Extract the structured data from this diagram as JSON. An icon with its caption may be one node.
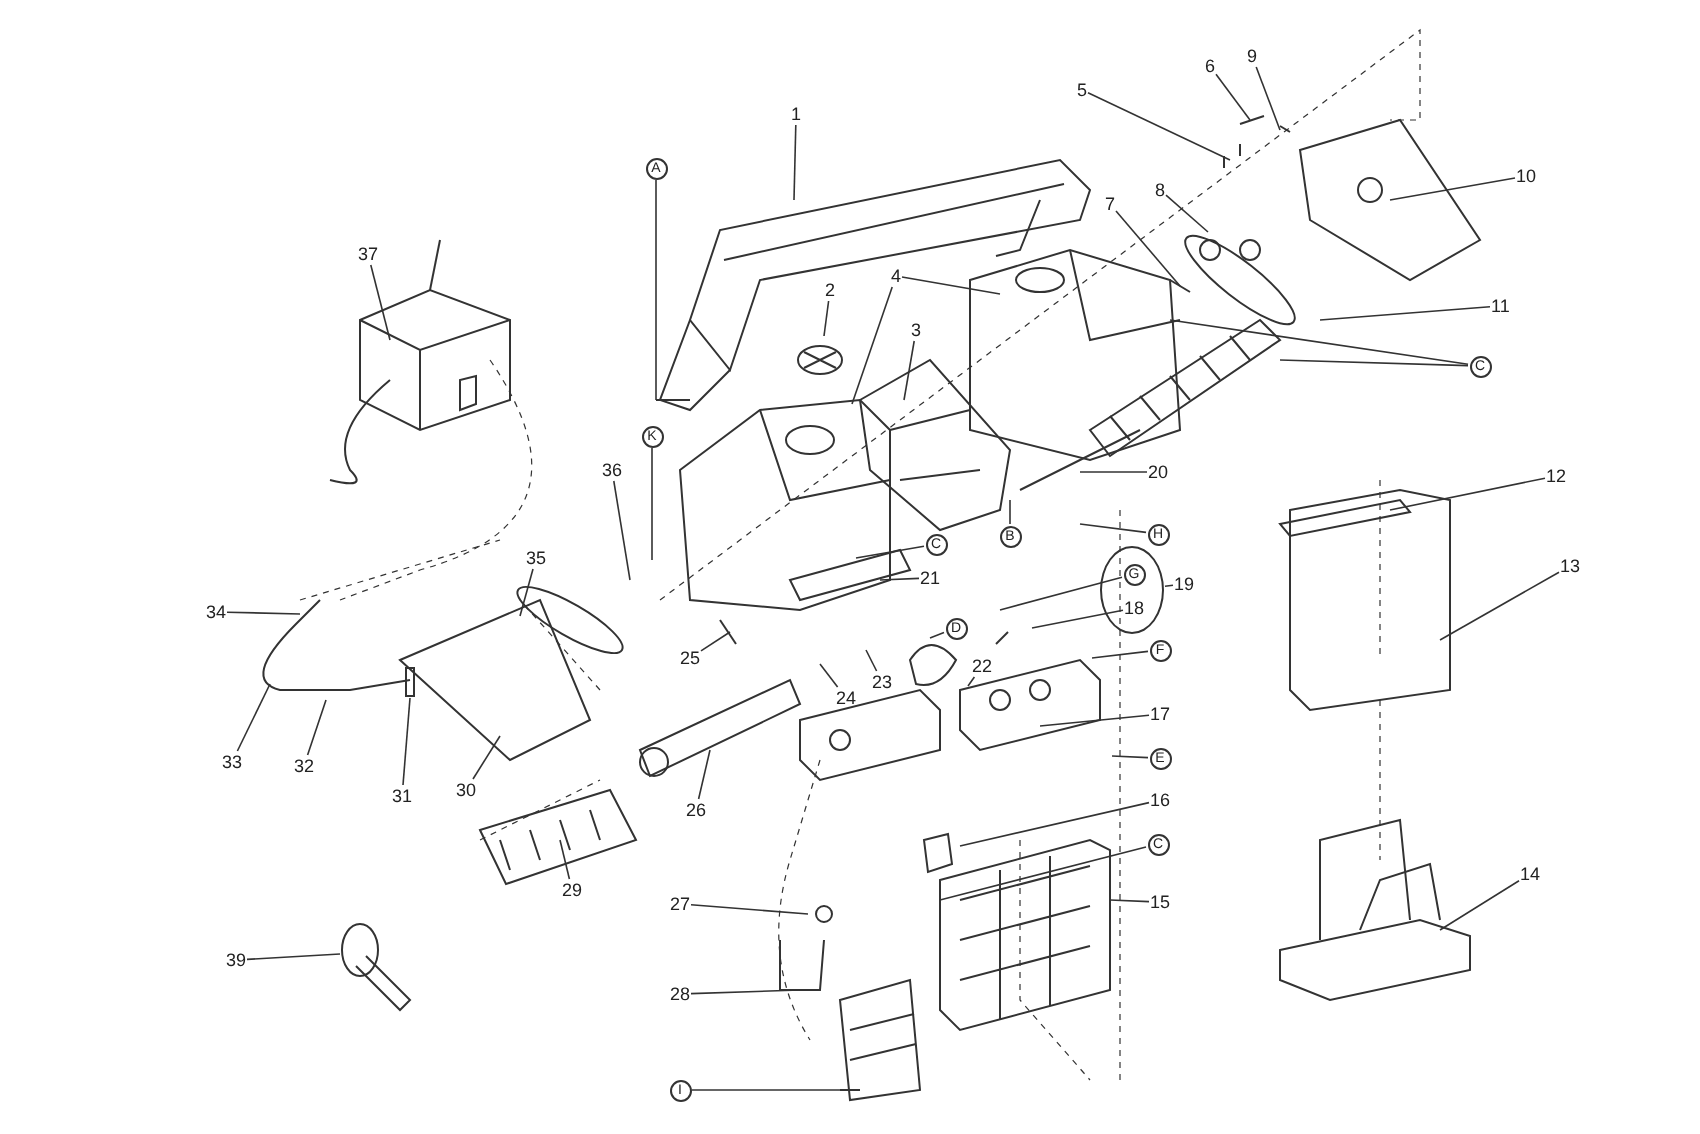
{
  "diagram": {
    "nodes": [
      {
        "text": [
          "1"
        ]
      },
      {
        "text": [
          "2"
        ]
      },
      {
        "text": [
          "3"
        ]
      },
      {
        "text": [
          "4"
        ]
      },
      {
        "text": [
          "5"
        ]
      },
      {
        "text": [
          "6"
        ]
      },
      {
        "text": [
          "7"
        ]
      },
      {
        "text": [
          "8"
        ]
      },
      {
        "text": [
          "9"
        ]
      },
      {
        "text": [
          "10"
        ]
      },
      {
        "text": [
          "11"
        ]
      },
      {
        "text": [
          "12"
        ]
      },
      {
        "text": [
          "13"
        ]
      },
      {
        "text": [
          "14"
        ]
      },
      {
        "text": [
          "15"
        ]
      },
      {
        "text": [
          "16"
        ]
      },
      {
        "text": [
          "17"
        ]
      },
      {
        "text": [],
        "shape": "ellipse"
      },
      {
        "text": [
          "18"
        ],
        "in": 17
      },
      {
        "text": [
          "19"
        ]
      },
      {
        "text": [
          "20"
        ]
      },
      {
        "text": [
          "21"
        ]
      },
      {
        "text": [
          "22"
        ]
      },
      {
        "text": [
          "23"
        ]
      },
      {
        "text": [
          "24"
        ]
      },
      {
        "text": [
          "25"
        ]
      },
      {
        "text": [
          "26"
        ]
      },
      {
        "text": [
          "27"
        ]
      },
      {
        "text": [
          "28"
        ]
      },
      {
        "text": [
          "29"
        ]
      },
      {
        "text": [
          "30"
        ]
      },
      {
        "text": [
          "31"
        ]
      },
      {
        "text": [
          "32"
        ]
      },
      {
        "text": [
          "33"
        ]
      },
      {
        "text": [
          "34"
        ]
      },
      {
        "text": [
          "35"
        ]
      },
      {
        "text": [
          "36"
        ]
      },
      {
        "text": [
          "37"
        ]
      },
      {
        "text": [
          "39"
        ]
      },
      {
        "text": [
          "A"
        ]
      },
      {
        "text": [
          "K"
        ]
      },
      {
        "text": [
          "B"
        ]
      },
      {
        "text": [
          "C"
        ]
      },
      {
        "text": [
          "C"
        ]
      },
      {
        "text": [
          "H"
        ]
      },
      {
        "text": [
          "D"
        ]
      },
      {
        "text": [
          "G"
        ],
        "in": 17
      },
      {
        "text": [
          "F"
        ]
      },
      {
        "text": [
          "E"
        ]
      },
      {
        "text": [
          "C"
        ]
      },
      {
        "text": [
          "I"
        ]
      }
    ],
    "edges": [
      {
        "from": 0,
        "to": null,
        "arrow": "none"
      },
      {
        "from": 1,
        "to": null,
        "arrow": "none"
      },
      {
        "from": 2,
        "to": null,
        "arrow": "none"
      },
      {
        "from": 3,
        "to": null,
        "arrow": "none"
      },
      {
        "from": 3,
        "to": null,
        "arrow": "none"
      },
      {
        "from": 4,
        "to": null,
        "arrow": "none"
      },
      {
        "from": 5,
        "to": null,
        "arrow": "none"
      },
      {
        "from": 6,
        "to": null,
        "arrow": "none"
      },
      {
        "from": 7,
        "to": null,
        "arrow": "none"
      },
      {
        "from": 8,
        "to": null,
        "arrow": "none"
      },
      {
        "from": 9,
        "to": null,
        "arrow": "none"
      },
      {
        "from": 10,
        "to": null,
        "arrow": "none"
      },
      {
        "from": 11,
        "to": null,
        "arrow": "none"
      },
      {
        "from": 12,
        "to": null,
        "arrow": "none"
      },
      {
        "from": 13,
        "to": null,
        "arrow": "none"
      },
      {
        "from": 14,
        "to": null,
        "arrow": "none"
      },
      {
        "from": 15,
        "to": null,
        "arrow": "none"
      },
      {
        "from": 16,
        "to": null,
        "arrow": "none"
      },
      {
        "from": 18,
        "to": null,
        "arrow": "none"
      },
      {
        "from": 19,
        "to": 17,
        "arrow": "none"
      },
      {
        "from": 20,
        "to": null,
        "arrow": "none"
      },
      {
        "from": 21,
        "to": null,
        "arrow": "none"
      },
      {
        "from": 22,
        "to": null,
        "arrow": "none"
      },
      {
        "from": 23,
        "to": null,
        "arrow": "none"
      },
      {
        "from": 24,
        "to": null,
        "arrow": "none"
      },
      {
        "from": 25,
        "to": null,
        "arrow": "none"
      },
      {
        "from": 26,
        "to": null,
        "arrow": "none"
      },
      {
        "from": 27,
        "to": null,
        "arrow": "none"
      },
      {
        "from": 28,
        "to": null,
        "arrow": "none"
      },
      {
        "from": 29,
        "to": null,
        "arrow": "none"
      },
      {
        "from": 30,
        "to": null,
        "arrow": "none"
      },
      {
        "from": 31,
        "to": null,
        "arrow": "none"
      },
      {
        "from": 32,
        "to": null,
        "arrow": "none"
      },
      {
        "from": 33,
        "to": null,
        "arrow": "none"
      },
      {
        "from": 34,
        "to": null,
        "arrow": "none"
      },
      {
        "from": 35,
        "to": null,
        "arrow": "none"
      },
      {
        "from": 36,
        "to": null,
        "arrow": "none"
      },
      {
        "from": 37,
        "to": null,
        "arrow": "none"
      },
      {
        "from": 38,
        "to": null,
        "arrow": "none"
      },
      {
        "from": 39,
        "to": null,
        "arrow": "none"
      },
      {
        "from": 40,
        "to": null,
        "arrow": "none"
      },
      {
        "from": 41,
        "to": null,
        "arrow": "none"
      },
      {
        "from": 42,
        "to": null,
        "arrow": "none"
      },
      {
        "from": 43,
        "to": null,
        "arrow": "none"
      },
      {
        "from": 43,
        "to": null,
        "arrow": "none"
      },
      {
        "from": 44,
        "to": null,
        "arrow": "none"
      },
      {
        "from": 45,
        "to": null,
        "arrow": "none"
      },
      {
        "from": 46,
        "to": null,
        "arrow": "none"
      },
      {
        "from": 47,
        "to": null,
        "arrow": "none"
      },
      {
        "from": 48,
        "to": null,
        "arrow": "none"
      },
      {
        "from": 49,
        "to": null,
        "arrow": "none"
      },
      {
        "from": 50,
        "to": null,
        "arrow": "none"
      }
    ]
  }
}
